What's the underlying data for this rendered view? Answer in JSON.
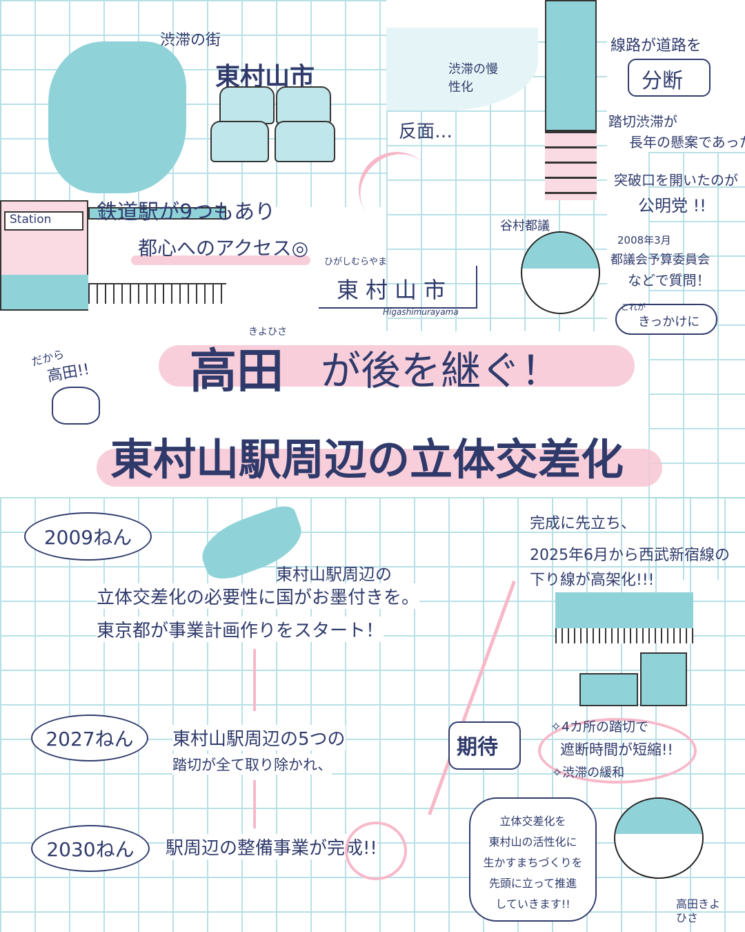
{
  "top_left": {
    "caption": "渋滞の街",
    "city": "東村山市",
    "station_sign": "Station",
    "line1": "鉄道駅が9つもあり",
    "line2": "都心へのアクセス◎"
  },
  "name_plate": {
    "furigana": "ひがしむらやま",
    "name": "東村山市",
    "romaji": "Higashimurayama"
  },
  "top_right": {
    "congestion": "渋滞の慢性化",
    "hanmen": "反面…",
    "line_road": "線路が道路を",
    "bundan": "分断",
    "fumikiri_1": "踏切渋滞が",
    "fumikiri_2": "長年の懸案であった。",
    "breakthrough_1": "突破口を開いたのが",
    "breakthrough_2": "公明党 !!",
    "person_label": "谷村都議",
    "date": "2008年3月",
    "committee": "都議会予算委員会",
    "question": "などで質問！",
    "kikkake_small": "これが",
    "kikkake": "きっかけに"
  },
  "title": {
    "name_kanji": "高田",
    "furigana": "きよひさ",
    "suffix": "が後を継ぐ！",
    "subtitle": "東村山駅周辺の立体交差化",
    "cat_text_1": "だから",
    "cat_text_2": "高田!!"
  },
  "timeline": [
    {
      "year": "2009ねん",
      "lines": [
        "東村山駅周辺の",
        "立体交差化の必要性に国がお墨付きを。",
        "東京都が事業計画作りをスタート！"
      ]
    },
    {
      "year": "2027ねん",
      "lines": [
        "東村山駅周辺の5つの",
        "踏切が全て取り除かれ、"
      ]
    },
    {
      "year": "2030ねん",
      "lines": [
        "駅周辺の整備事業が完成!!"
      ]
    }
  ],
  "right_bottom": {
    "precede_1": "完成に先立ち、",
    "precede_2": "2025年6月から西武新宿線の",
    "precede_3": "下り線が高架化!!!",
    "kitai": "期待",
    "benefit_1": "✧4カ所の踏切で",
    "benefit_2": "遮断時間が短縮!!",
    "benefit_3": "✧渋滞の緩和",
    "speech": [
      "立体交差化を",
      "東村山の活性化に",
      "生かすまちづくりを",
      "先頭に立って推進",
      "していきます!!"
    ],
    "speaker": "高田きよひさ"
  },
  "colors": {
    "navy": "#2f3a6b",
    "teal": "#8fd3d9",
    "pink": "#f7c6d3"
  }
}
